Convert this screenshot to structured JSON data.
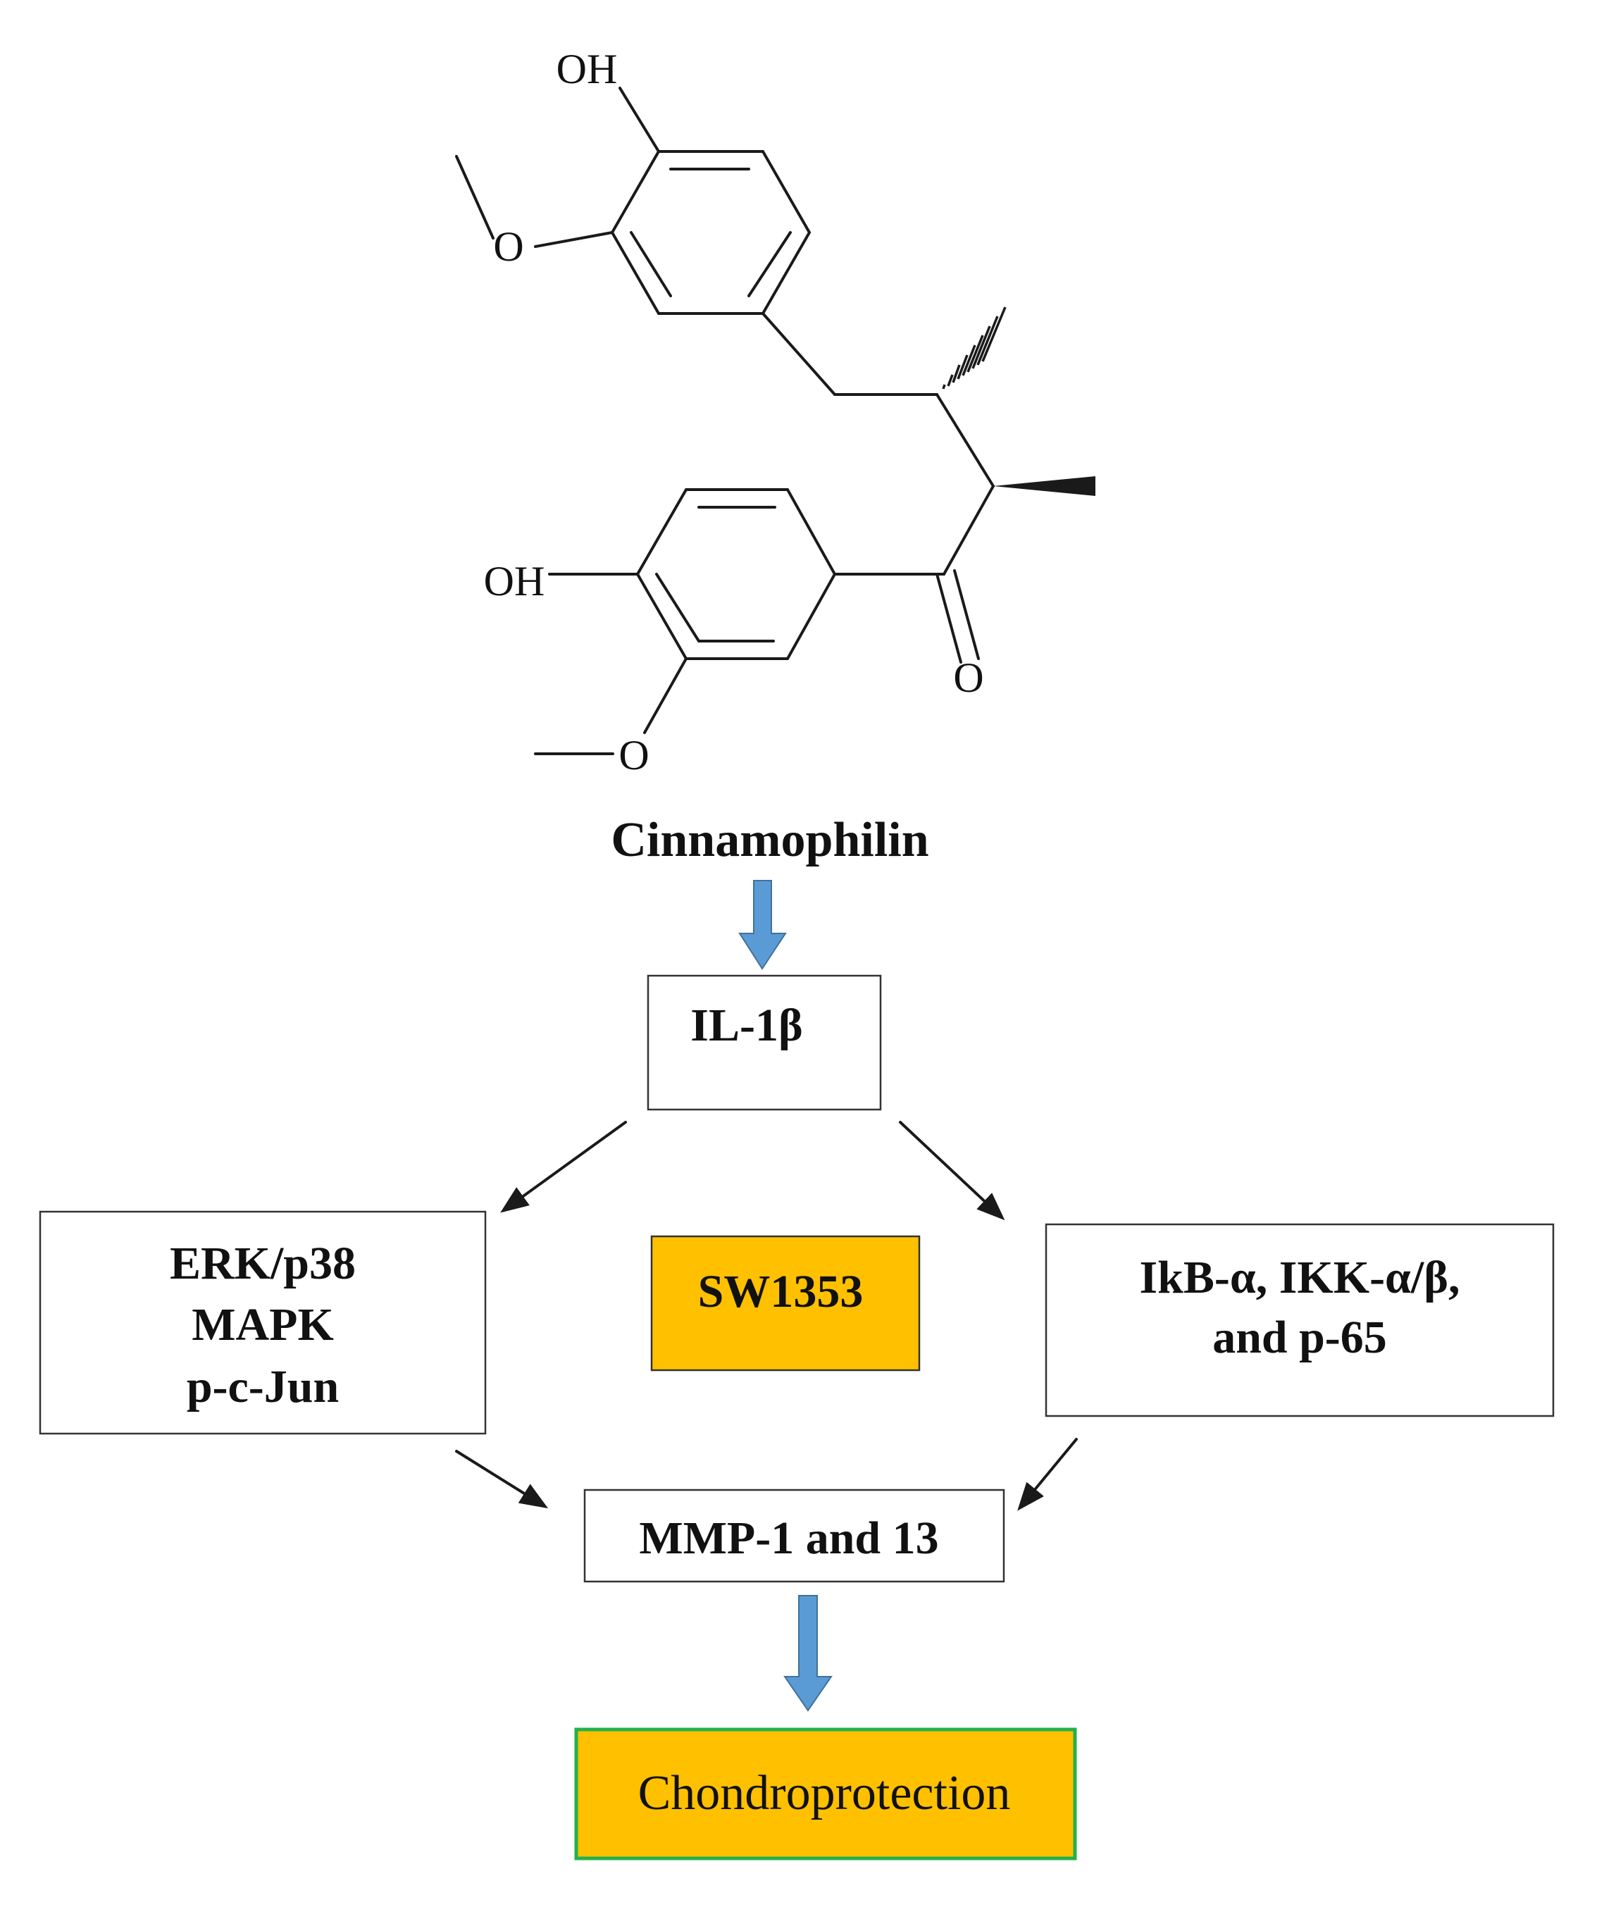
{
  "molecule": {
    "name": "Cinnamophilin",
    "atoms": {
      "oh_top": "OH",
      "o_top": "O",
      "oh_bottom": "OH",
      "o_bottom": "O",
      "o_carbonyl": "O"
    }
  },
  "nodes": {
    "il1b": "IL-1β",
    "erk": [
      "ERK/p38",
      "MAPK",
      "p-c-Jun"
    ],
    "cell_line": "SW1353",
    "nfkb": [
      "IkB-α, IKK-α/β,",
      "and p-65"
    ],
    "mmp": "MMP-1 and 13",
    "outcome": "Chondroprotection"
  },
  "colors": {
    "highlight_fill": "#FFC000",
    "outcome_border": "#22B14C",
    "block_arrow": "#5B9BD5",
    "line": "#1a1a1a"
  }
}
